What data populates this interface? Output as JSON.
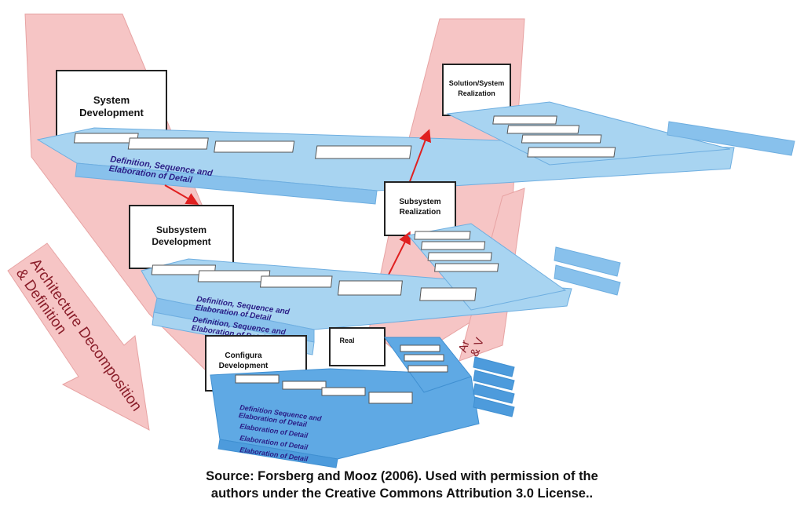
{
  "diagram": {
    "left_boxes": {
      "system_dev": [
        "System",
        "Development"
      ],
      "subsystem_dev": [
        "Subsystem",
        "Development"
      ],
      "config_dev": [
        "Configura",
        "Development"
      ]
    },
    "right_boxes": {
      "system_real": [
        "Solution/System",
        "Realization"
      ],
      "subsystem_real": [
        "Subsystem",
        "Realization"
      ],
      "config_real": [
        "Real"
      ]
    },
    "left_arrow_label": [
      "Architecture Decomposition",
      "& Definition"
    ],
    "right_arrow_label": [
      "Ar",
      "& V"
    ],
    "stripe_labels": {
      "top": [
        "Definition, Sequence and",
        "Elaboration of Detail"
      ],
      "mid_a": [
        "Definition, Sequence and",
        "Elaboration of Detail"
      ],
      "mid_b": [
        "Definition, Sequence and",
        "Elaboration of Detail"
      ],
      "low_a": [
        "Definition Sequence and",
        "Elaboration of Detail"
      ],
      "low_b": "Elaboration of Detail",
      "low_c": "Elaboration of Detail",
      "low_d": "Elaboration of Detail"
    }
  },
  "caption": {
    "line1": "Source: Forsberg and Mooz (2006). Used with permission of the",
    "line2": "authors under the Creative Commons Attribution 3.0 License.."
  },
  "colors": {
    "v_pink": "#f6c5c5",
    "v_pink_edge": "#e7a3a3",
    "plate_blue": "#a8d4f1",
    "plate_blue_dark": "#5fa9e4",
    "stripe_text": "#2a1d86",
    "arrow_text": "#8a1e2a",
    "connector_red": "#e02020"
  }
}
